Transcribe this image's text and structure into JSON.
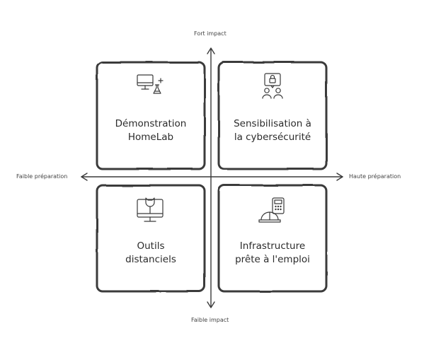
{
  "axes": {
    "top": "Fort impact",
    "bottom": "Faible impact",
    "left": "Faible préparation",
    "right": "Haute préparation"
  },
  "quadrants": [
    {
      "position": "top-left",
      "label_line1": "Démonstration",
      "label_line2": "HomeLab",
      "icon": "computer-lab-flask-icon"
    },
    {
      "position": "top-right",
      "label_line1": "Sensibilisation à",
      "label_line2": "la cybersécurité",
      "icon": "lock-users-icon"
    },
    {
      "position": "bottom-left",
      "label_line1": "Outils",
      "label_line2": "distanciels",
      "icon": "monitor-wrench-icon"
    },
    {
      "position": "bottom-right",
      "label_line1": "Infrastructure",
      "label_line2": "prête à l'emploi",
      "icon": "hardhat-calculator-icon"
    }
  ],
  "colors": {
    "stroke": "#3a3a3a",
    "background": "#ffffff"
  }
}
